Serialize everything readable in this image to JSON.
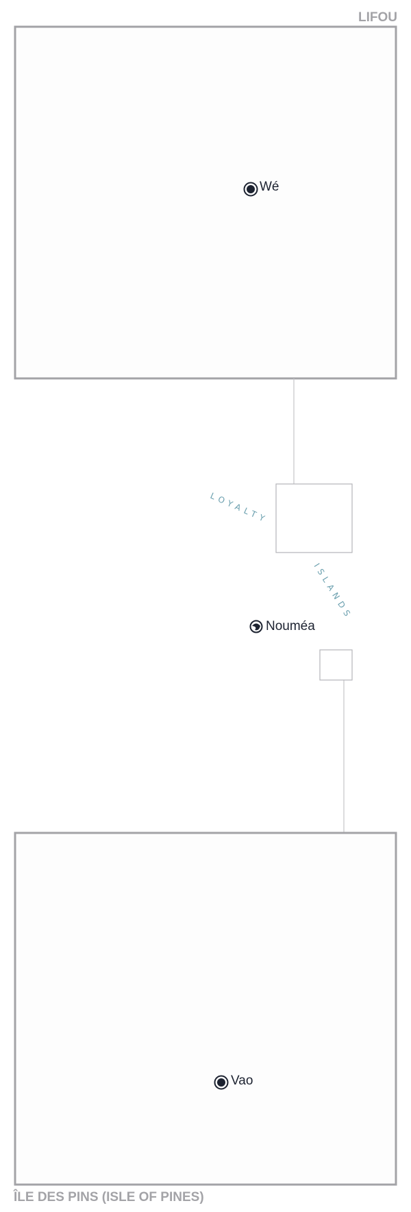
{
  "insets": {
    "lifou": {
      "title": "LIFOU",
      "place": "Wé"
    },
    "pines": {
      "title": "ÎLE DES PINS (ISLE OF PINES)",
      "place": "Vao"
    }
  },
  "main_map": {
    "region_word_1": "LOYALTY",
    "region_word_2": "ISLANDS",
    "capital": "Nouméa"
  },
  "colors": {
    "frame": "#a3a3a7",
    "region_label": "#6a9fae",
    "place_label": "#1c2230"
  },
  "icons": {
    "settlement": "capital-marker-icon",
    "capital": "capital-marker-icon"
  }
}
